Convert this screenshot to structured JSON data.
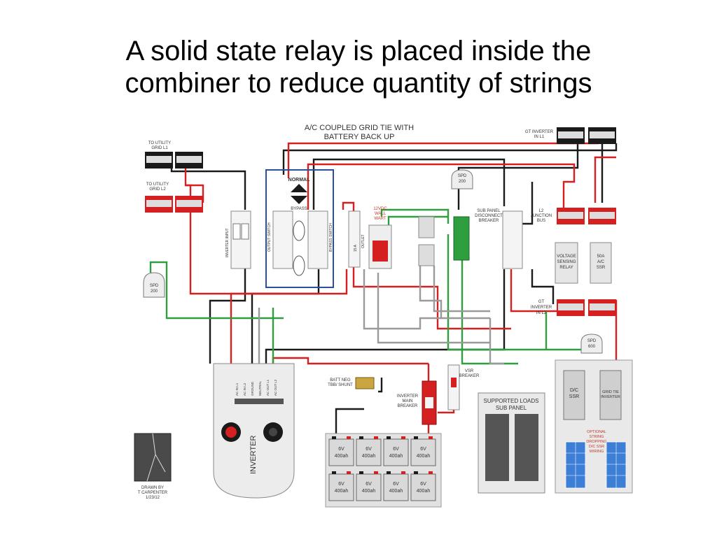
{
  "slide": {
    "title_line1": "A solid state relay is placed inside the",
    "title_line2": "combiner to reduce quantity of strings"
  },
  "diagram": {
    "title_line1": "A/C COUPLED GRID TIE WITH",
    "title_line2": "BATTERY BACK UP",
    "labels": {
      "utility_l1_a": "TO UTILITY",
      "utility_l1_b": "GRID L1",
      "utility_l2_a": "TO UTILITY",
      "utility_l2_b": "GRID L2",
      "gt_inverter_l1_a": "GT INVERTER",
      "gt_inverter_l1_b": "IN L1",
      "gt_inverter_l2_a": "GT",
      "gt_inverter_l2_b": "INVERTER",
      "gt_inverter_l2_c": "IN L2",
      "normal": "NORMAL",
      "bypass": "BYPASS",
      "inverter_input": "INVERTER INPUT",
      "output_switch": "OUTPUT SWITCH",
      "bypass_switch": "BYPASS SWITCH",
      "outlet": "OUTLET",
      "wall_wart_a": "12VDC",
      "wall_wart_b": "WALL",
      "wall_wart_c": "WART",
      "sub_panel_disc_a": "SUB PANEL",
      "sub_panel_disc_b": "DISCONNECT",
      "sub_panel_disc_c": "BREAKER",
      "l2_junction_a": "L2",
      "l2_junction_b": "JUNCTION",
      "l2_junction_c": "BUS",
      "voltage_relay_a": "VOLTAGE",
      "voltage_relay_b": "SENSING",
      "voltage_relay_c": "RELAY",
      "ac_ssr_a": "50A",
      "ac_ssr_b": "A/C",
      "ac_ssr_c": "SSR",
      "spd_top_a": "SPD",
      "spd_top_b": "200",
      "spd_left_a": "SPD",
      "spd_left_b": "200",
      "spd_right_a": "SPD",
      "spd_right_b": "600",
      "batt_shunt_a": "BATT NEG",
      "batt_shunt_b": "TBB/ SHUNT",
      "inv_main_a": "INVERTER",
      "inv_main_b": "MAIN",
      "inv_main_c": "BREAKER",
      "vsr_a": "VSR",
      "vsr_b": "BREAKER",
      "supported_a": "SUPPORTED LOADS",
      "supported_b": "SUB PANEL",
      "dc_ssr_a": "D/C",
      "dc_ssr_b": "SSR",
      "grid_tie_a": "GRID TIE",
      "grid_tie_b": "INVERTER",
      "optional_a": "OPTIONAL",
      "optional_b": "STRING",
      "optional_c": "DROPPING",
      "optional_d": "D/C SSR",
      "optional_e": "WIRING",
      "inverter": "INVERTER",
      "drawn_a": "DRAWN BY",
      "drawn_b": "T CARPENTER",
      "drawn_c": "1/23/12",
      "battery_volt": "6V",
      "battery_cap": "400ah",
      "breaker_15a": "15 A",
      "term_ac_in_l1": "AC IN L1",
      "term_ac_in_l2": "AC IN L2",
      "term_ground": "GROUND",
      "term_neutral": "NEUTRAL",
      "term_ac_out_l1": "AC OUT L1",
      "term_ac_out_l2": "AC OUT L2"
    }
  },
  "colors": {
    "wire_red": "#d42020",
    "wire_black": "#1a1a1a",
    "wire_green": "#2e9e3e",
    "wire_gray": "#9a9a9a",
    "frame_blue": "#2a4fa0",
    "panel_blue": "#3d7fd6"
  }
}
